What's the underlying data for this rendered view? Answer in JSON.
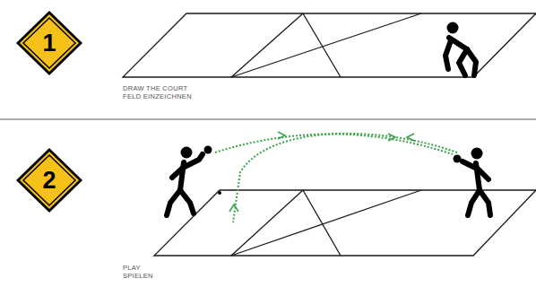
{
  "diagram": {
    "nodes": [
      {
        "text": [
          "1"
        ]
      },
      {
        "text": [
          "2"
        ]
      }
    ],
    "labels": [
      "DRAW THE COURT",
      "FELD EINZEICHNEN",
      "PLAY",
      "SPIELEN"
    ]
  }
}
